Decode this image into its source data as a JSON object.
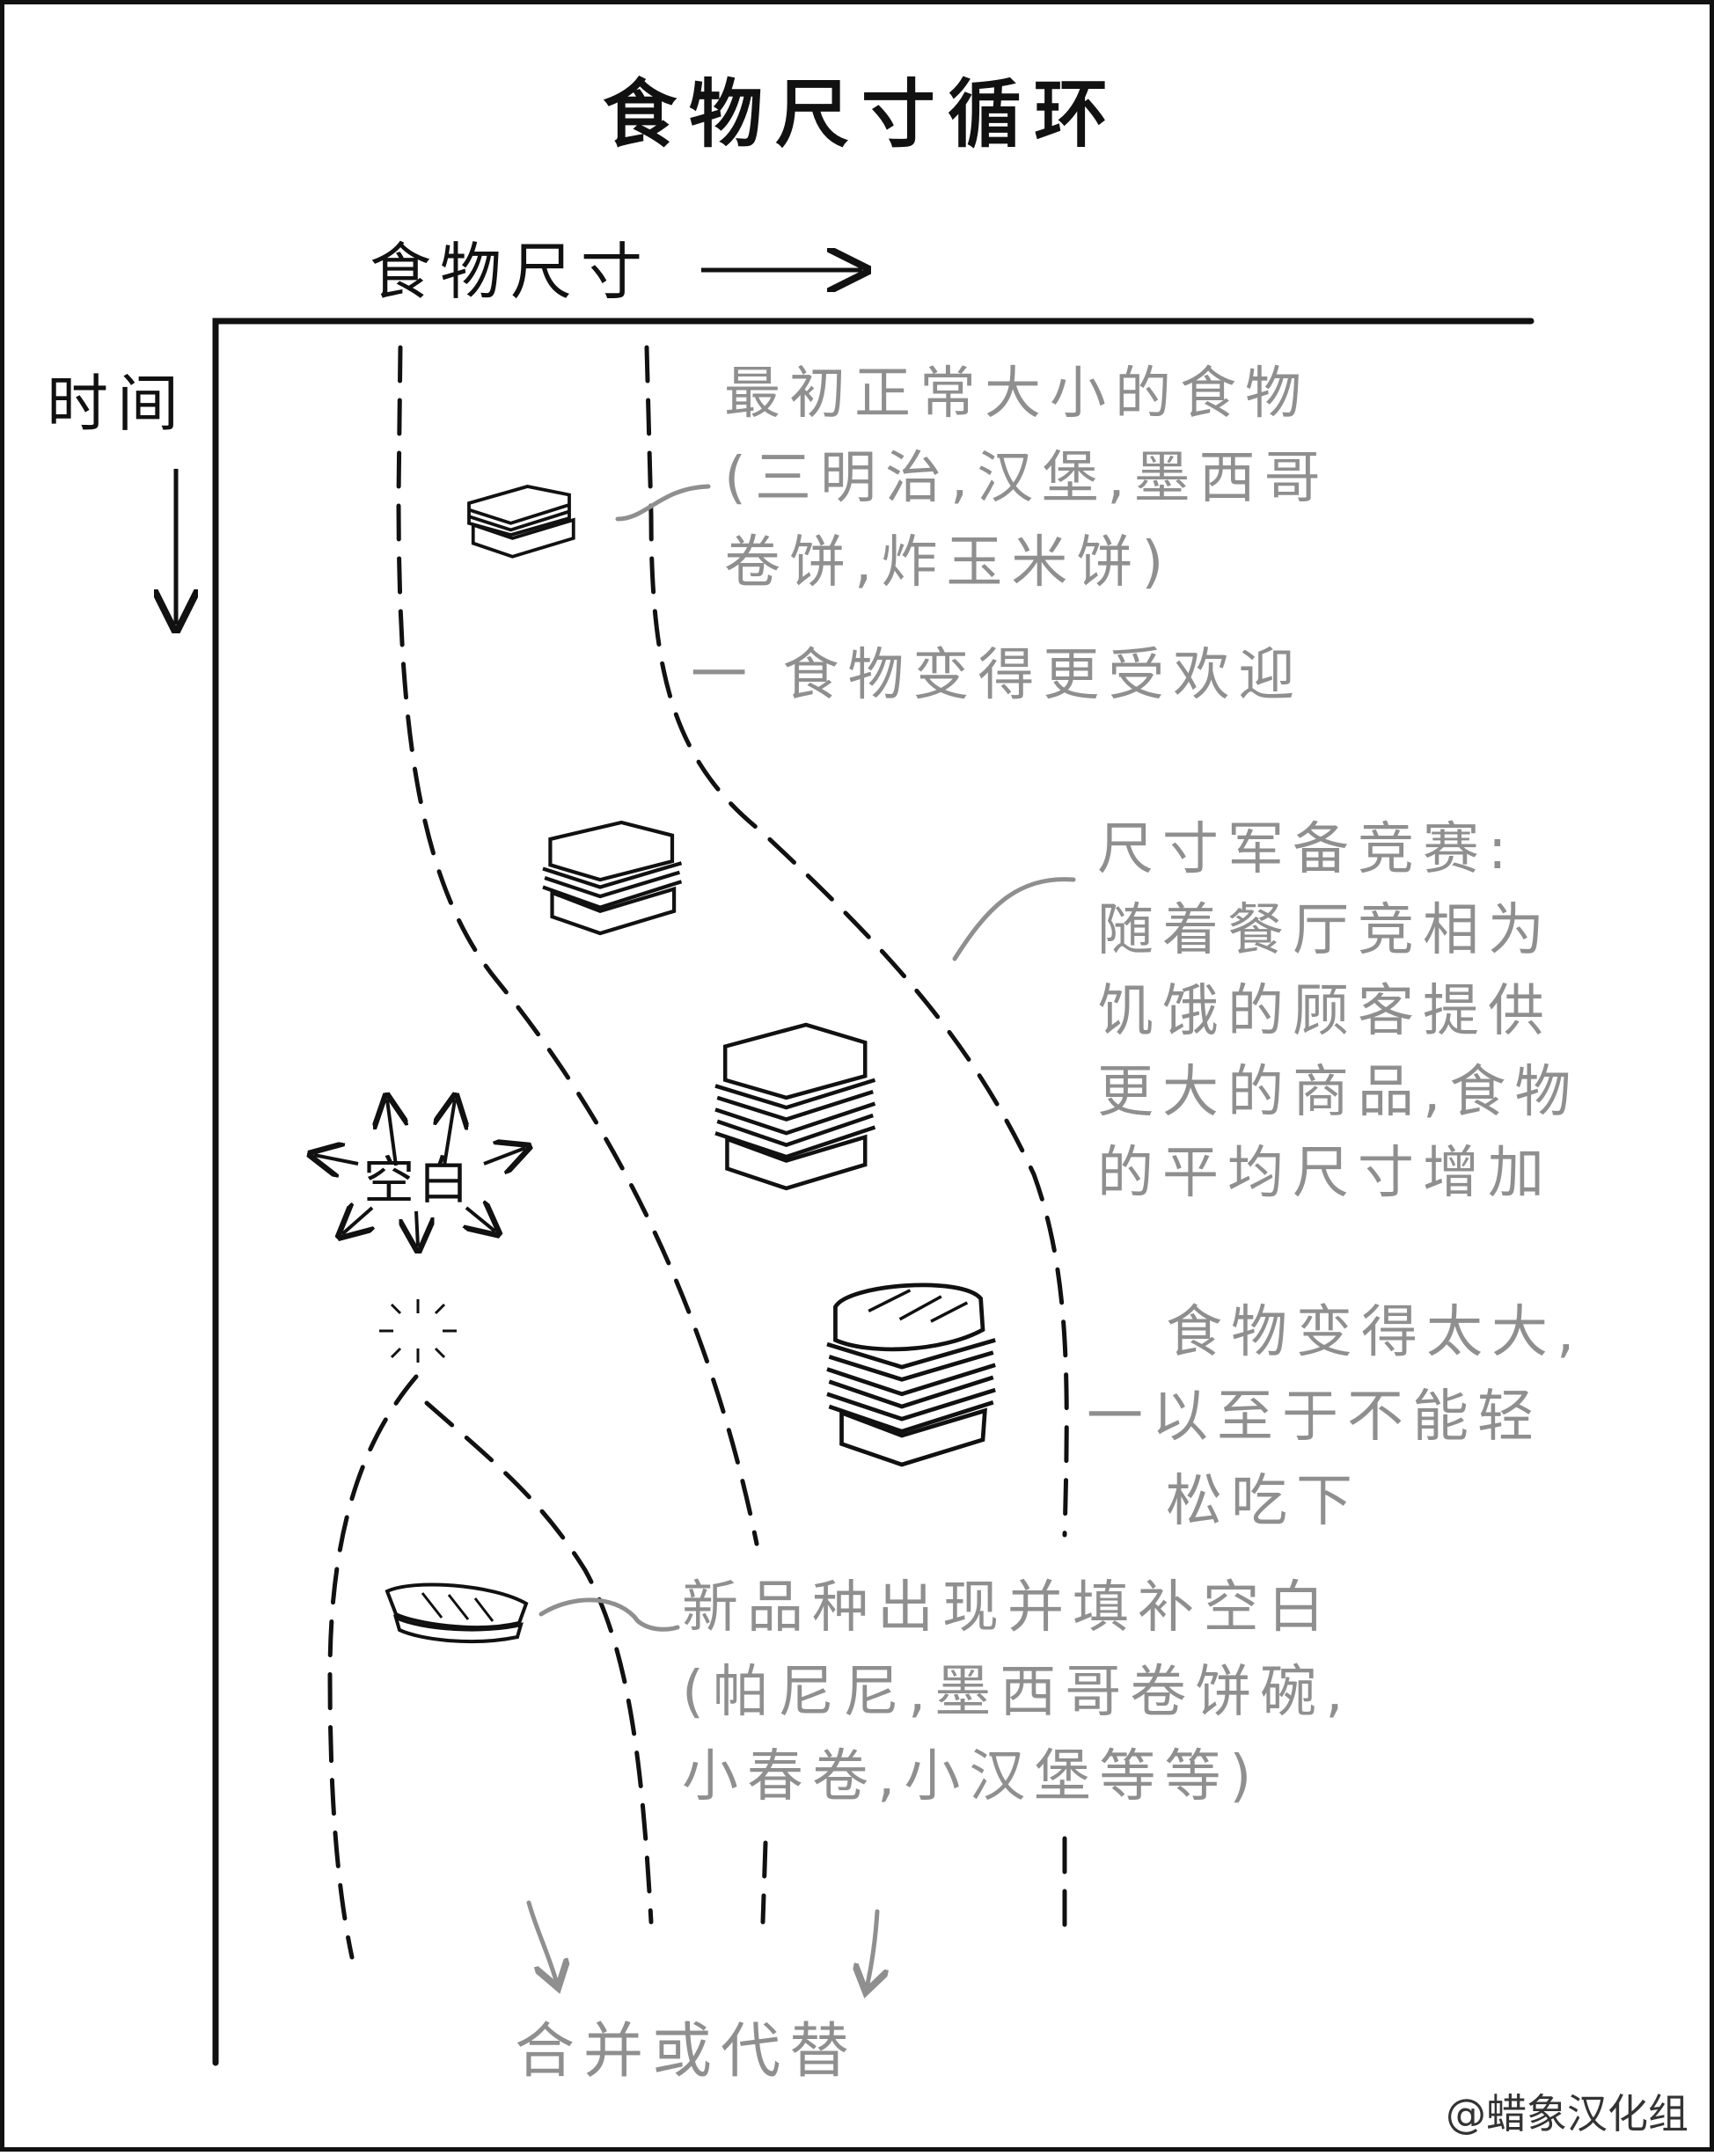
{
  "title": "食物尺寸循环",
  "axes": {
    "x_label": "食物尺寸",
    "y_label": "时间"
  },
  "annotations": {
    "initial": [
      "最初正常大小的食物",
      "(三明治,汉堡,墨西哥",
      "卷饼,炸玉米饼)"
    ],
    "popular": "一 食物变得更受欢迎",
    "arms_race": [
      "尺寸军备竞赛:",
      "随着餐厅竞相为",
      "饥饿的顾客提供",
      "更大的商品,食物",
      "的平均尺寸增加"
    ],
    "too_big": [
      "食物变得太大,",
      "一以至于不能轻",
      "松吃下"
    ],
    "new_varieties": [
      "新品种出现并填补空白",
      "(帕尼尼,墨西哥卷饼碗,",
      "小春卷,小汉堡等等)"
    ],
    "gap": "空白",
    "merge": "合并或代替"
  },
  "credit": "@蜡象汉化组",
  "colors": {
    "ink": "#111111",
    "annotation": "#8f8f8f"
  },
  "icons": [
    "sandwich-icon",
    "spark-icon",
    "arrow-icon"
  ]
}
